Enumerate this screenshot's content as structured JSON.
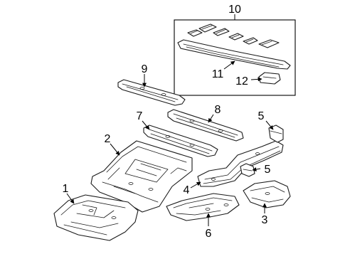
{
  "callouts": {
    "c1": "1",
    "c2": "2",
    "c3": "3",
    "c4": "4",
    "c5a": "5",
    "c5b": "5",
    "c6": "6",
    "c7": "7",
    "c8": "8",
    "c9": "9",
    "c10": "10",
    "c11": "11",
    "c12": "12"
  },
  "colors": {
    "line": "#1a1a1a",
    "background": "#ffffff"
  }
}
